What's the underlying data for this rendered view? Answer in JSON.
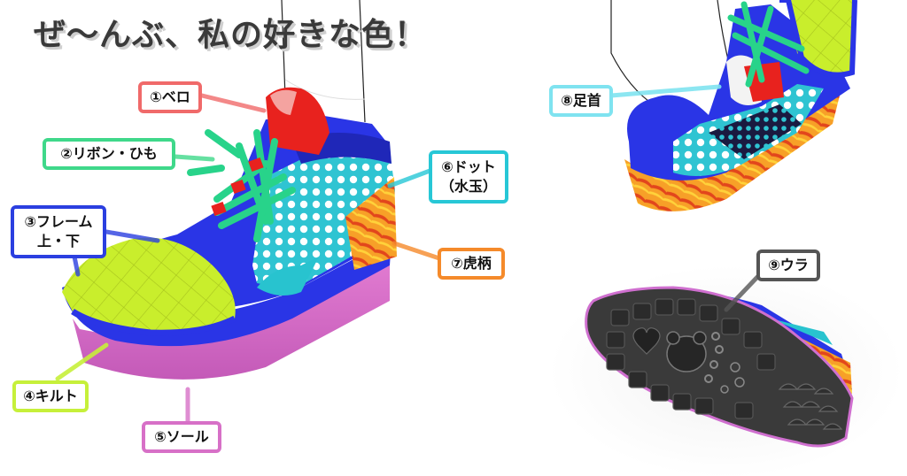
{
  "title": "ぜ〜んぶ、私の好きな色！",
  "labels": {
    "bero": "①ベロ",
    "ribbon": "②リボン・ひも",
    "frame_1": "③フレーム",
    "frame_2": "上・下",
    "quilt": "④キルト",
    "sole": "⑤ソール",
    "dot_1": "⑥ドット",
    "dot_2": "（水玉）",
    "tiger": "⑦虎柄",
    "ankle": "⑧足首",
    "ura": "⑨ウラ"
  },
  "colors": {
    "bero": "#f06a6a",
    "ribbon": "#3fd88a",
    "frame": "#2b3fe0",
    "quilt": "#c6f03a",
    "sole": "#d770c7",
    "dot": "#27c7d6",
    "tiger": "#f58a2a",
    "ankle": "#7fe3f0",
    "ura": "#555555",
    "shoe_red": "#e8221e",
    "shoe_blue": "#2a35e6",
    "sole_gray": "#3a3a3a"
  }
}
